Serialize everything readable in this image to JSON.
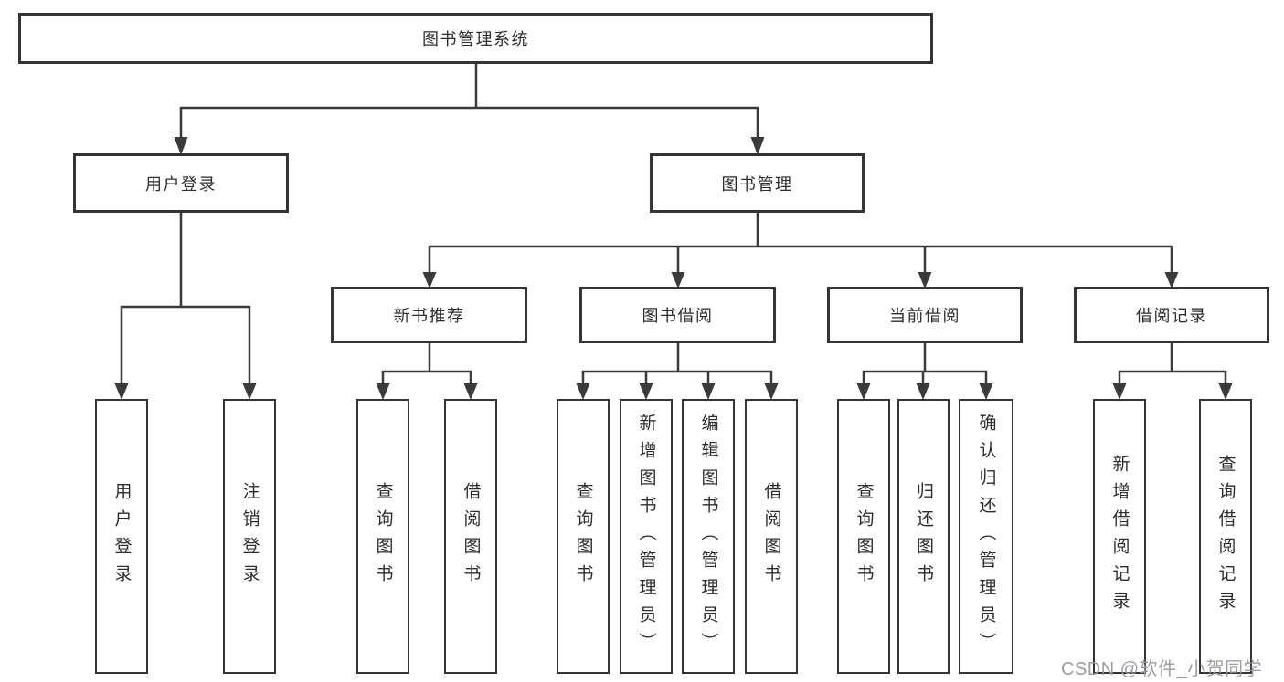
{
  "tree": {
    "root": "图书管理系统",
    "branches": [
      {
        "label": "用户登录",
        "leaves": [
          "用户登录",
          "注销登录"
        ]
      },
      {
        "label": "图书管理",
        "groups": [
          {
            "label": "新书推荐",
            "leaves": [
              "查询图书",
              "借阅图书"
            ]
          },
          {
            "label": "图书借阅",
            "leaves": [
              "查询图书",
              "新增图书（管理员）",
              "编辑图书（管理员）",
              "借阅图书"
            ]
          },
          {
            "label": "当前借阅",
            "leaves": [
              "查询图书",
              "归还图书",
              "确认归还（管理员）"
            ]
          },
          {
            "label": "借阅记录",
            "leaves": [
              "新增借阅记录",
              "查询借阅记录"
            ]
          }
        ]
      }
    ]
  },
  "watermark": {
    "text": "CSDN @软件_小贺同学"
  },
  "colors": {
    "line": "#3a3a3a",
    "box_border": "#343434",
    "text": "#2d2d2d",
    "background": "#ffffff",
    "watermark_text": "#98989e"
  }
}
